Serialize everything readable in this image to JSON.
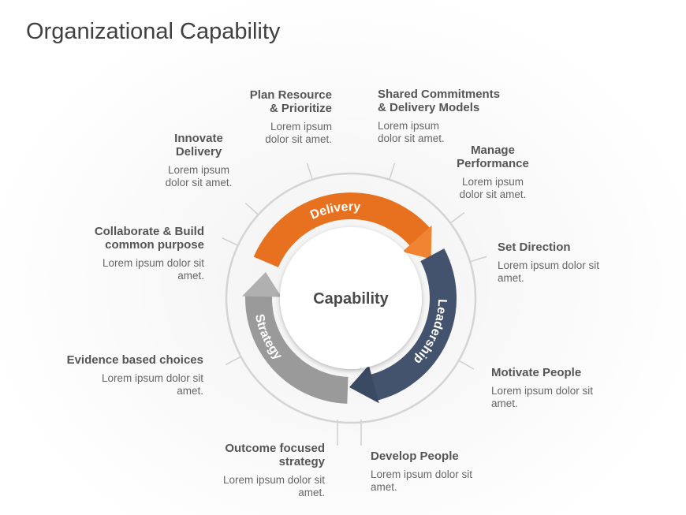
{
  "title": "Organizational Capability",
  "center": "Capability",
  "segments": [
    {
      "label": "Delivery",
      "color": "#E8711F",
      "head_color": "#F08433"
    },
    {
      "label": "Leadership",
      "color": "#44536D",
      "head_color": "#3B4A63"
    },
    {
      "label": "Strategy",
      "color": "#9A9A9A",
      "head_color": "#B0B0B0"
    }
  ],
  "labels": [
    {
      "title": "Plan Resource\n& Prioritize",
      "desc": "Lorem ipsum\ndolor sit amet."
    },
    {
      "title": "Shared Commitments\n& Delivery  Models",
      "desc": "Lorem ipsum\ndolor sit amet."
    },
    {
      "title": "Innovate\nDelivery",
      "desc": "Lorem ipsum\ndolor sit amet."
    },
    {
      "title": "Manage\nPerformance",
      "desc": "Lorem ipsum\ndolor sit amet."
    },
    {
      "title": "Collaborate & Build\ncommon purpose",
      "desc": "Lorem ipsum dolor sit\namet."
    },
    {
      "title": "Set Direction",
      "desc": "Lorem ipsum dolor sit\namet."
    },
    {
      "title": "Evidence based choices",
      "desc": "Lorem ipsum dolor sit\namet."
    },
    {
      "title": "Motivate People",
      "desc": "Lorem ipsum dolor sit\namet."
    },
    {
      "title": "Outcome focused\nstrategy",
      "desc": "Lorem ipsum dolor sit\namet."
    },
    {
      "title": "Develop People",
      "desc": "Lorem ipsum dolor sit\namet."
    }
  ]
}
